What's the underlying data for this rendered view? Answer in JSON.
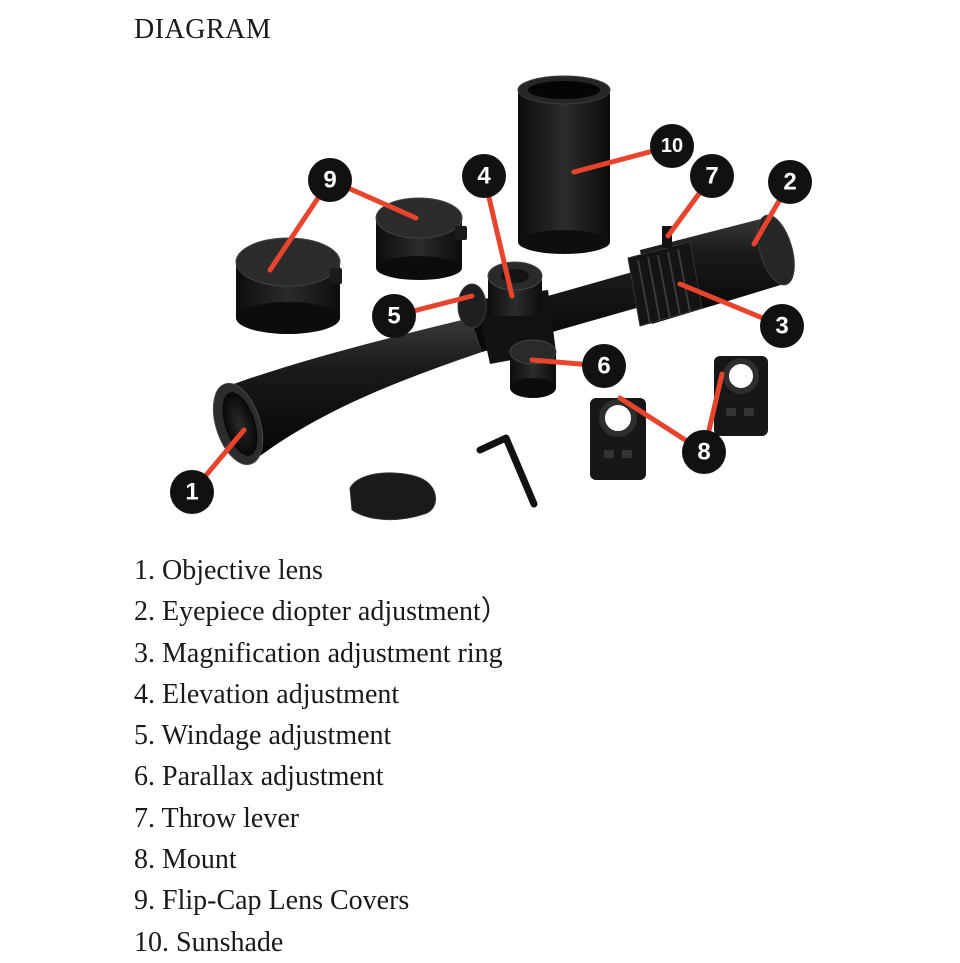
{
  "title": "DIAGRAM",
  "callouts": [
    {
      "number": "1",
      "part": "Objective lens"
    },
    {
      "number": "2",
      "part": "Eyepiece diopter adjustment）"
    },
    {
      "number": "3",
      "part": "Magnification adjustment ring"
    },
    {
      "number": "4",
      "part": "Elevation adjustment"
    },
    {
      "number": "5",
      "part": "Windage adjustment"
    },
    {
      "number": "6",
      "part": "Parallax adjustment"
    },
    {
      "number": "7",
      "part": "Throw lever"
    },
    {
      "number": "8",
      "part": "Mount"
    },
    {
      "number": "9",
      "part": "Flip-Cap Lens Covers"
    },
    {
      "number": "10",
      "part": "Sunshade"
    }
  ],
  "colors": {
    "leader_line": "#e8432c",
    "badge": "#111111",
    "metal": "#1c1c1c"
  }
}
